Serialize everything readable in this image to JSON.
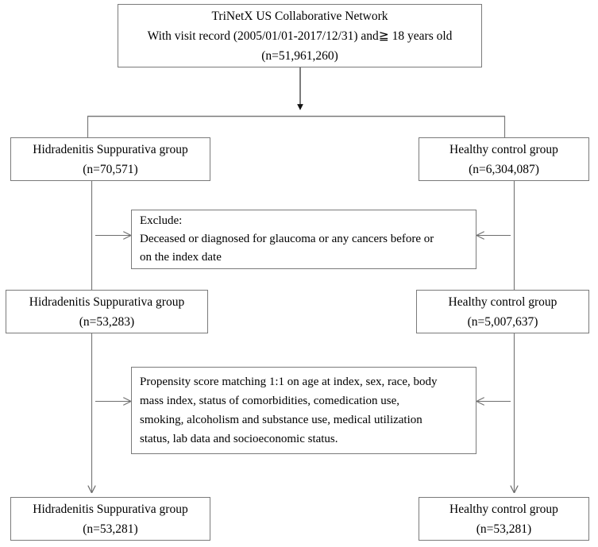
{
  "diagram": {
    "title": "TriNetX US Collaborative Network cohort selection flowchart",
    "type": "flowchart",
    "stroke_color": "#7a7a7a",
    "text_color": "#000000",
    "background": "#ffffff"
  },
  "nodes": {
    "root": {
      "lines": [
        "TriNetX US Collaborative Network",
        "With visit record (2005/01/01-2017/12/31) and≧ 18 years old",
        "(n=51,961,260)"
      ]
    },
    "hs_initial": {
      "lines": [
        "Hidradenitis Suppurativa group",
        "(n=70,571)"
      ]
    },
    "hc_initial": {
      "lines": [
        "Healthy control group",
        "(n=6,304,087)"
      ]
    },
    "exclusion": {
      "lines": [
        "Exclude:",
        "Deceased or diagnosed for glaucoma or any cancers before or",
        "on the index date"
      ]
    },
    "hs_excluded": {
      "lines": [
        "Hidradenitis Suppurativa group",
        "(n=53,283)"
      ]
    },
    "hc_excluded": {
      "lines": [
        "Healthy control group",
        "(n=5,007,637)"
      ]
    },
    "matching": {
      "lines": [
        "Propensity score matching 1:1 on age at index, sex, race, body",
        "mass index, status of comorbidities, comedication use,",
        "smoking, alcoholism and substance use, medical utilization",
        "status, lab data and socioeconomic status."
      ]
    },
    "hs_final": {
      "lines": [
        "Hidradenitis Suppurativa group",
        "(n=53,281)"
      ]
    },
    "hc_final": {
      "lines": [
        "Healthy control group",
        "(n=53,281)"
      ]
    }
  }
}
